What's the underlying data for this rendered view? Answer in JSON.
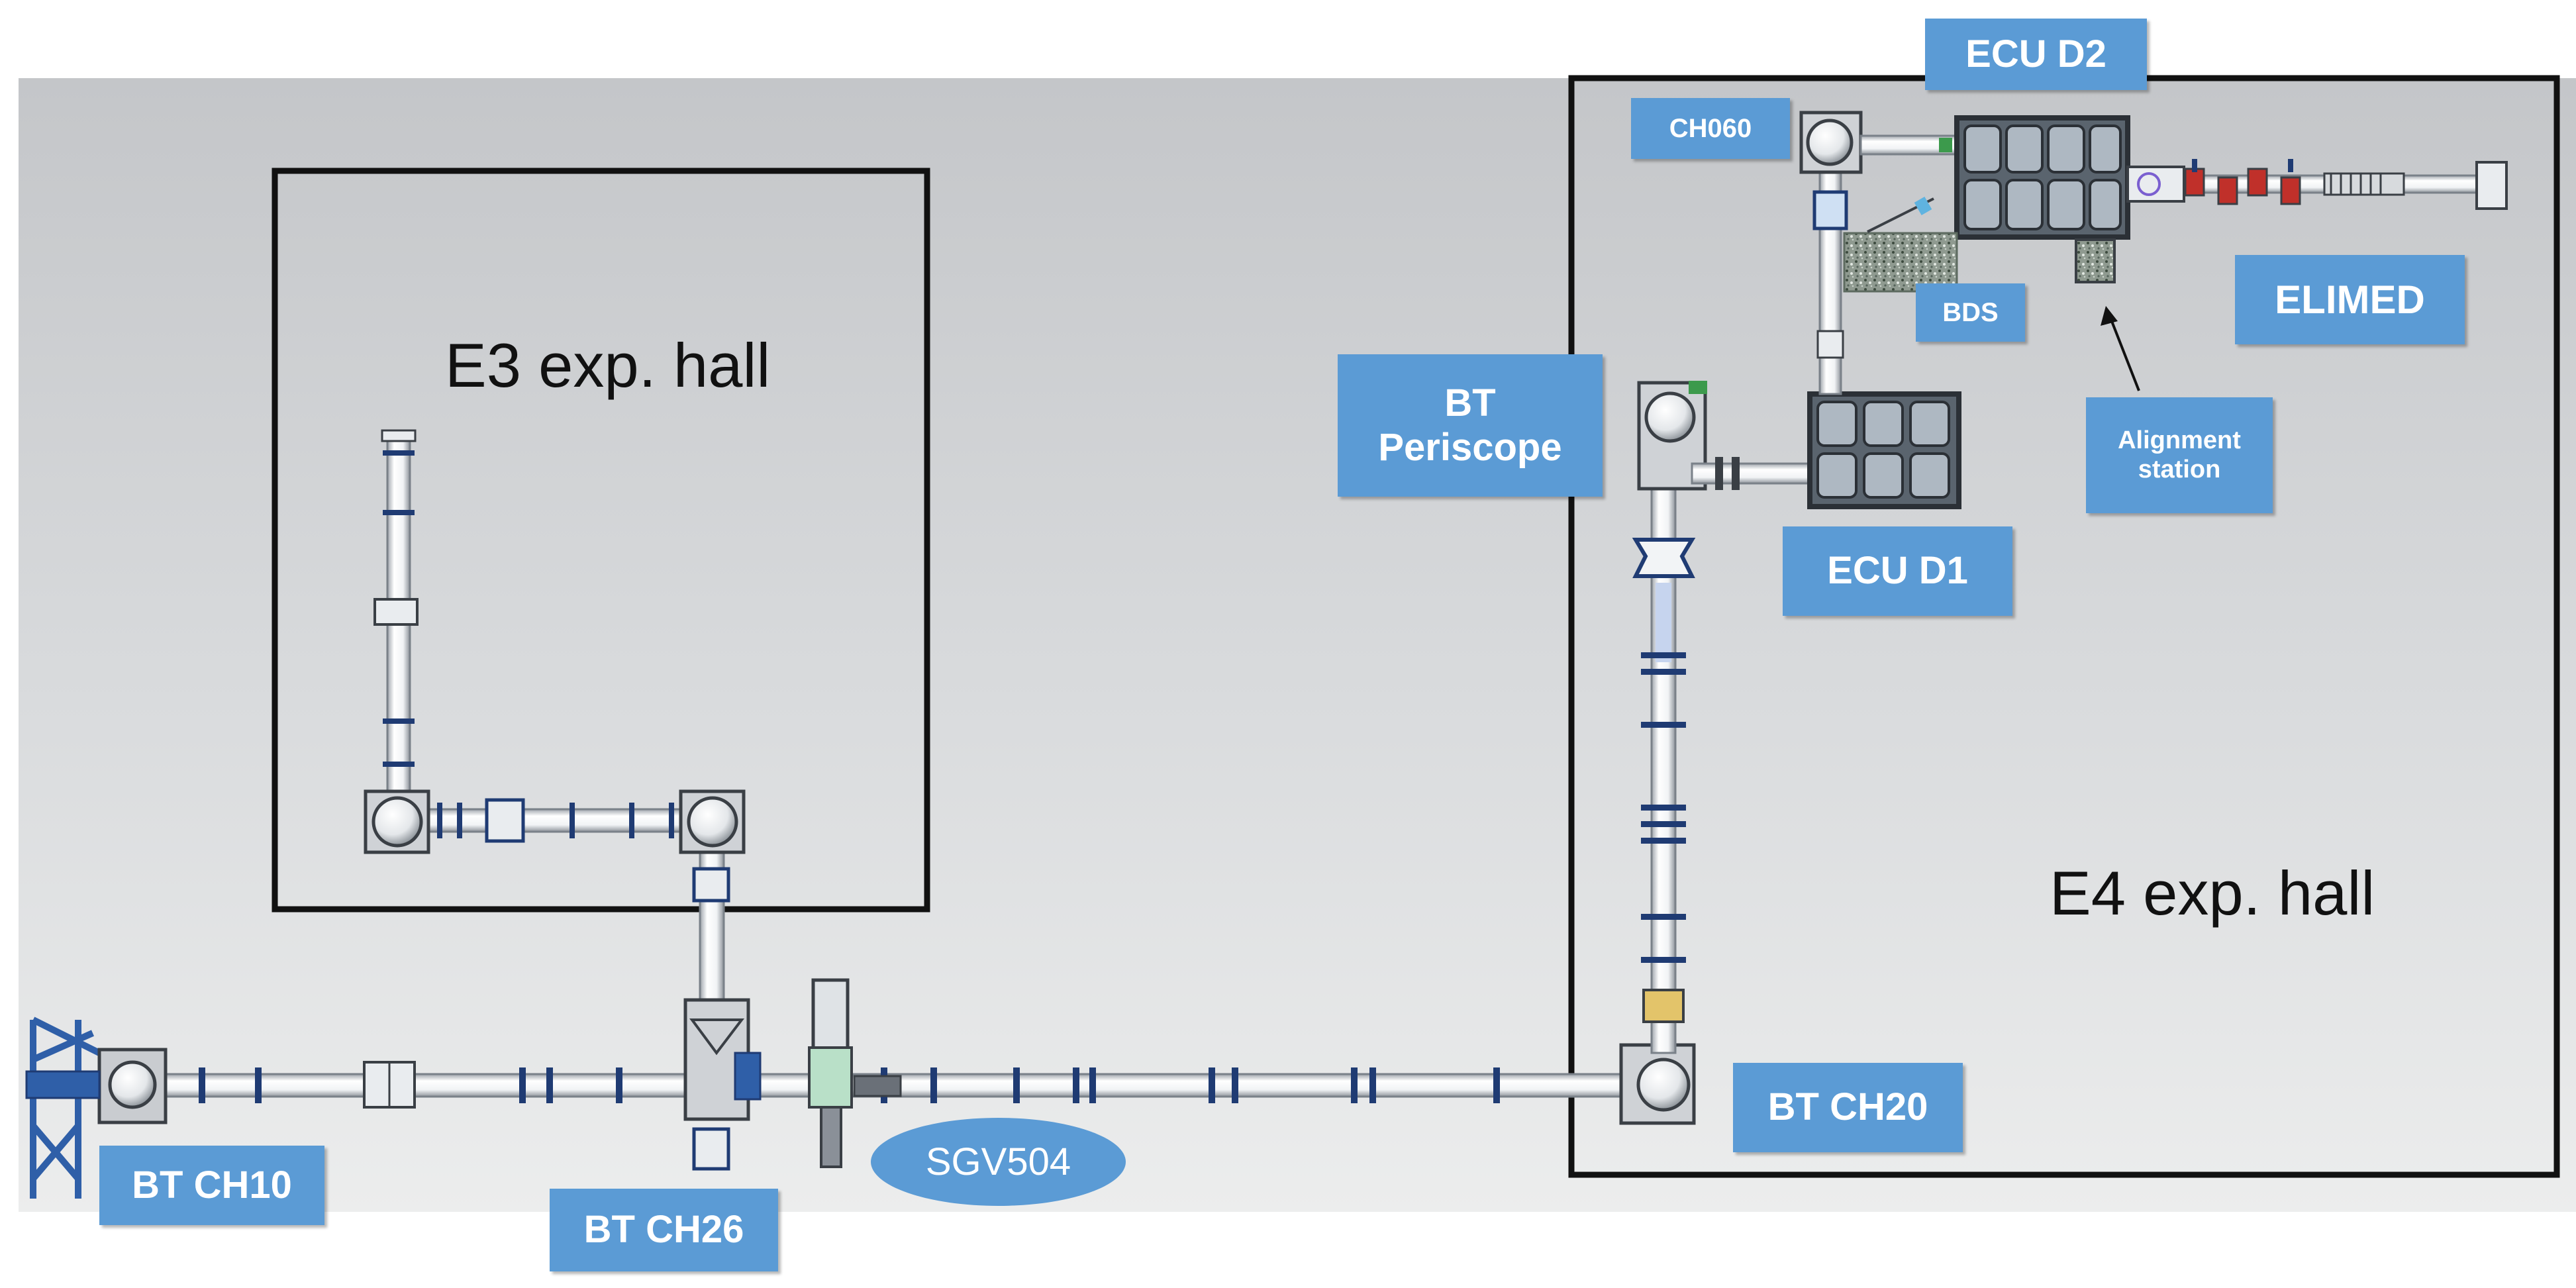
{
  "halls": {
    "e3": "E3 exp. hall",
    "e4": "E4 exp. hall"
  },
  "labels": {
    "ch060": "CH060",
    "ecu_d2": "ECU D2",
    "bds": "BDS",
    "elimed": "ELIMED",
    "bt_periscope_line1": "BT",
    "bt_periscope_line2": "Periscope",
    "alignment_line1": "Alignment",
    "alignment_line2": "station",
    "ecu_d1": "ECU D1",
    "bt_ch20": "BT CH20",
    "bt_ch10": "BT CH10",
    "bt_ch26": "BT CH26",
    "sgv504": "SGV504"
  },
  "colors": {
    "label_fill": "#5b9bd5",
    "label_text": "#ffffff",
    "floor": "#d4d6d9",
    "pipe": "#f4f6f8",
    "flange": "#1f3b73",
    "support_blue": "#2f5fa8",
    "chamber": "#4a5560",
    "valve_red": "#c0302a"
  }
}
